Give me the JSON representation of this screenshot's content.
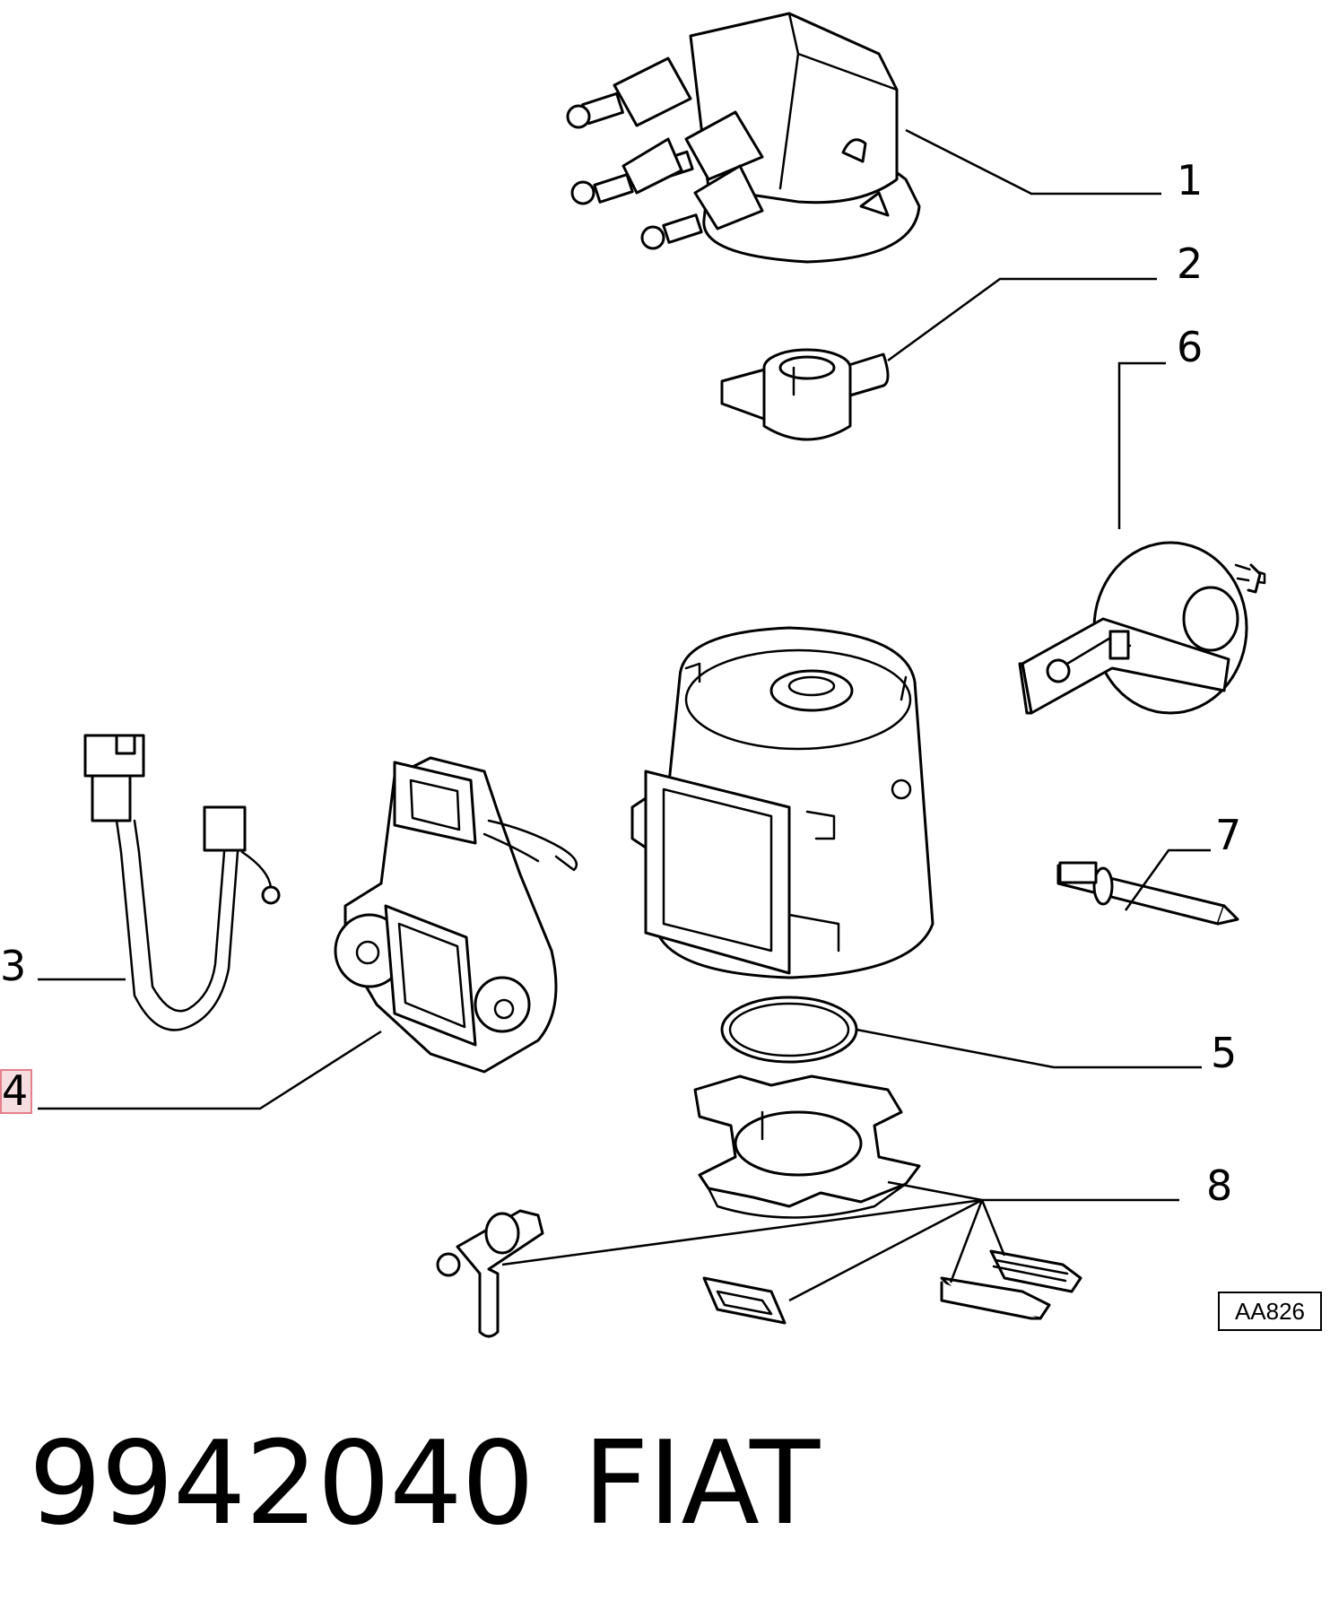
{
  "callouts": {
    "c1": "1",
    "c2": "2",
    "c3": "3",
    "c4": "4",
    "c5": "5",
    "c6": "6",
    "c7": "7",
    "c8": "8"
  },
  "reference_code": "AA826",
  "caption": {
    "part_number": "9942040",
    "brand": "FIAT"
  },
  "highlight": {
    "selected_callout": "4",
    "color": "#f6dde0",
    "border_color": "#e57f8c"
  }
}
